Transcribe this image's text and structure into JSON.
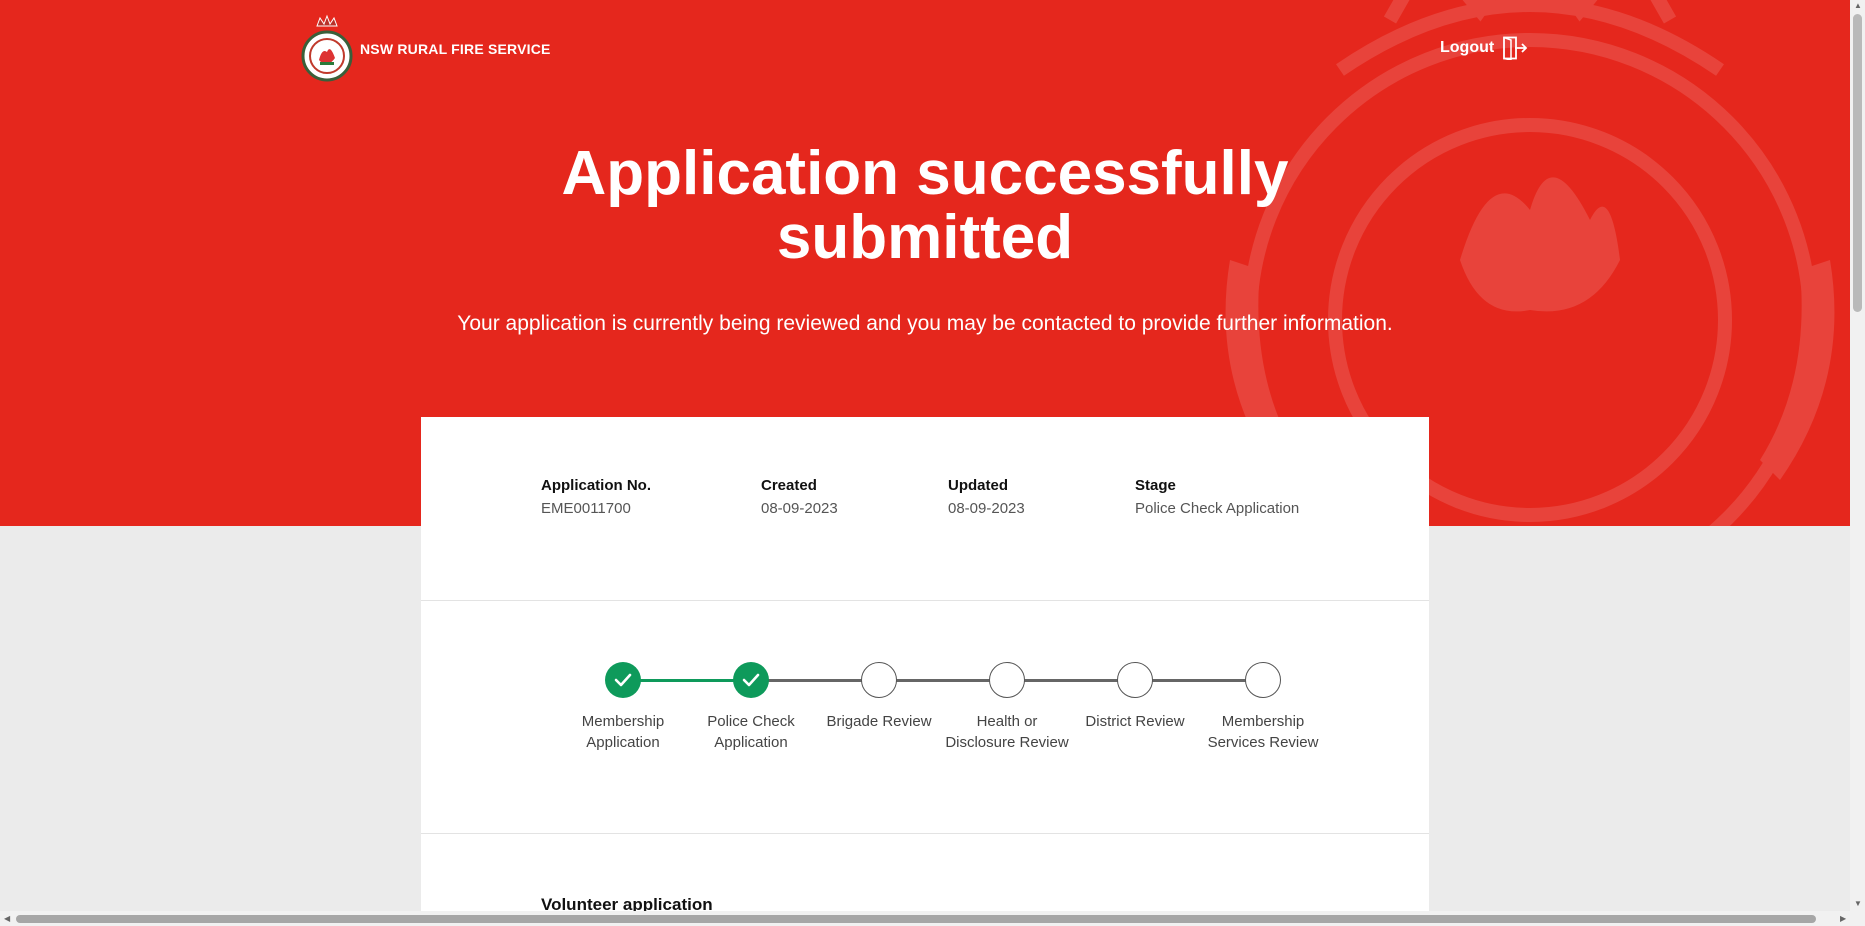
{
  "header": {
    "org_name": "NSW RURAL FIRE SERVICE",
    "logout_label": "Logout"
  },
  "hero": {
    "title_line1": "Application successfully",
    "title_line2": "submitted",
    "subtitle": "Your application is currently being reviewed and you may be contacted to provide further information."
  },
  "application": {
    "number_label": "Application No.",
    "number_value": "EME0011700",
    "created_label": "Created",
    "created_value": "08-09-2023",
    "updated_label": "Updated",
    "updated_value": "08-09-2023",
    "stage_label": "Stage",
    "stage_value": "Police Check Application"
  },
  "steps": [
    {
      "label": "Membership Application",
      "status": "complete"
    },
    {
      "label": "Police Check Application",
      "status": "complete"
    },
    {
      "label": "Brigade Review",
      "status": "pending"
    },
    {
      "label": "Health or Disclosure Review",
      "status": "pending"
    },
    {
      "label": "District Review",
      "status": "pending"
    },
    {
      "label": "Membership Services Review",
      "status": "pending"
    }
  ],
  "section": {
    "title": "Volunteer application"
  },
  "colors": {
    "brand_red": "#e5271d",
    "complete_green": "#0e9a5b",
    "pending_line": "#666666"
  }
}
